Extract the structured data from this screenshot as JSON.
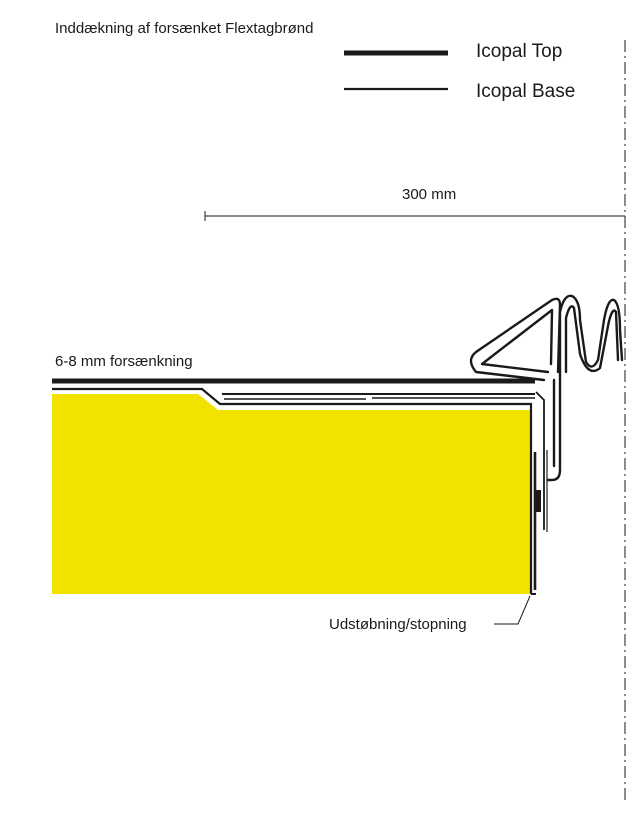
{
  "title": "Inddækning af forsænket Flextagbrønd",
  "legend": [
    {
      "label": "Icopal Top",
      "style": "thick"
    },
    {
      "label": "Icopal Base",
      "style": "thin"
    }
  ],
  "dimension": {
    "label": "300 mm"
  },
  "labels": {
    "recess": "6-8 mm forsænkning",
    "casting": "Udstøbning/stopning"
  },
  "colors": {
    "insulation": "#f2e200",
    "line": "#1a1a1a",
    "background": "#ffffff"
  }
}
